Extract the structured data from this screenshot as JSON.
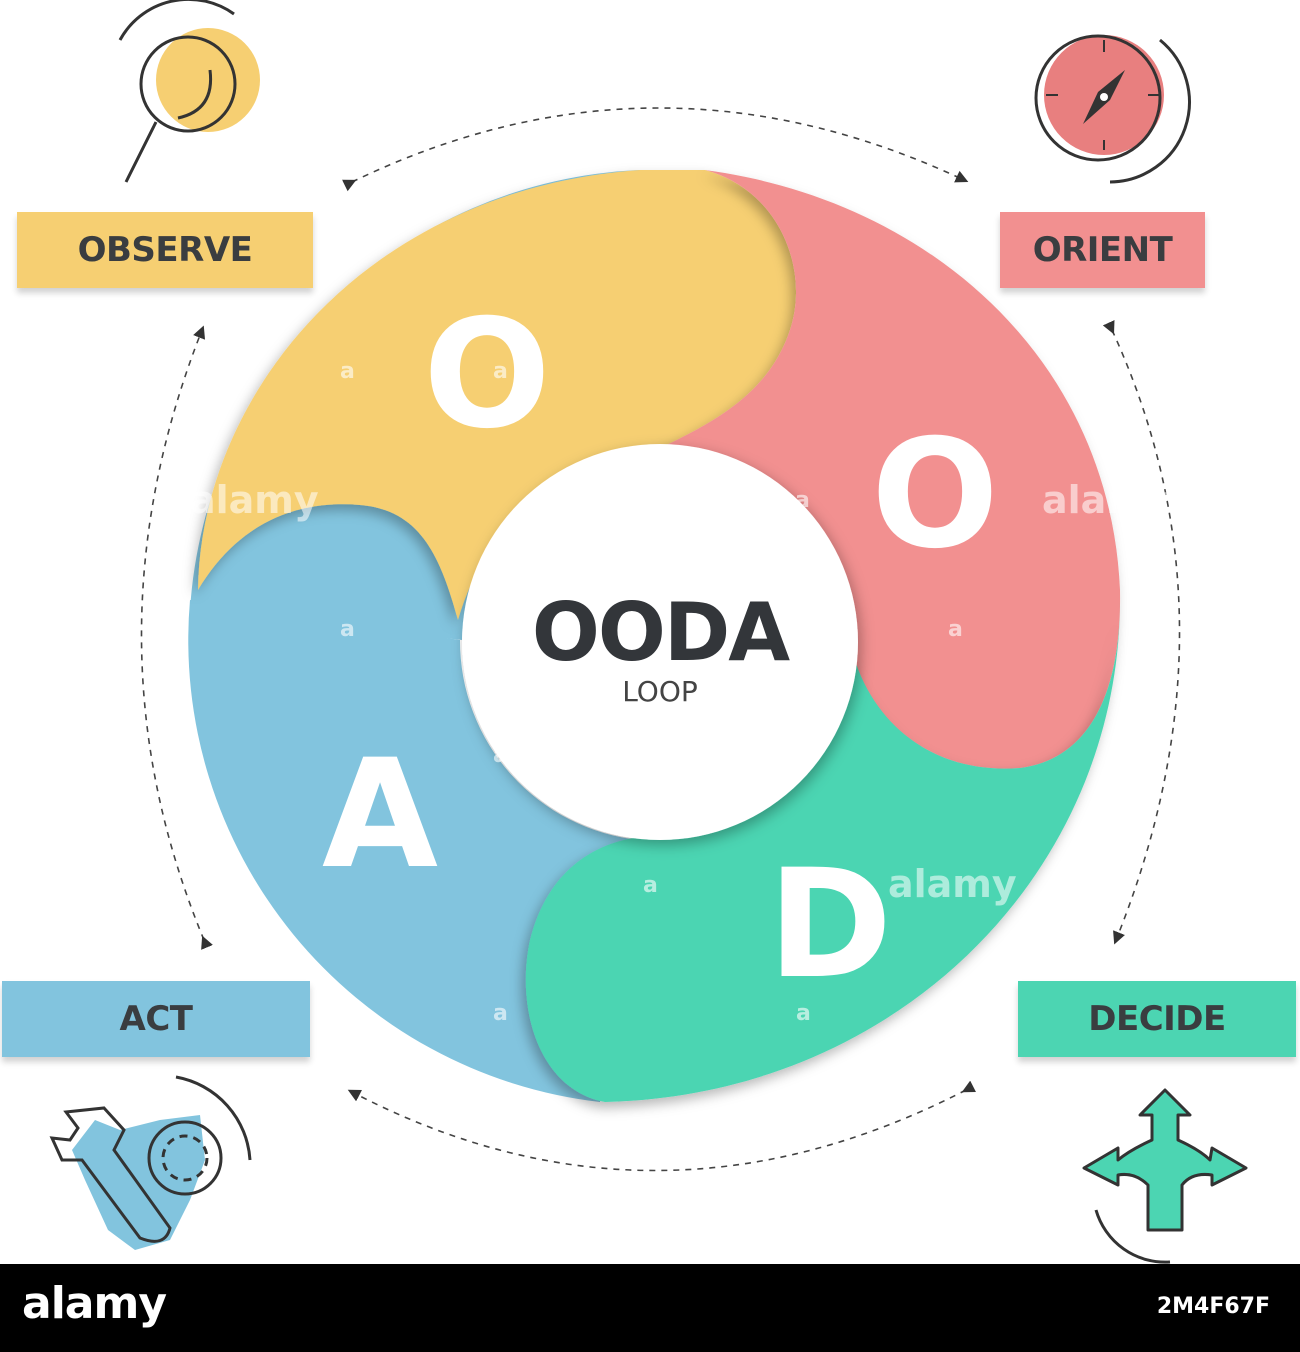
{
  "center": {
    "title": "OODA",
    "subtitle": "LOOP"
  },
  "segments": [
    {
      "id": "observe",
      "letter": "O",
      "label": "OBSERVE",
      "color": "#f6cf72",
      "icon": "magnifier-icon"
    },
    {
      "id": "orient",
      "letter": "O",
      "label": "ORIENT",
      "color": "#f29090",
      "icon": "compass-icon"
    },
    {
      "id": "decide",
      "letter": "D",
      "label": "DECIDE",
      "color": "#4cd5b2",
      "icon": "crossroads-arrows-icon"
    },
    {
      "id": "act",
      "letter": "A",
      "label": "ACT",
      "color": "#82c4de",
      "icon": "wrench-gear-icon"
    }
  ],
  "watermark": {
    "text": "alamy",
    "image_id": "2M4F67F"
  }
}
